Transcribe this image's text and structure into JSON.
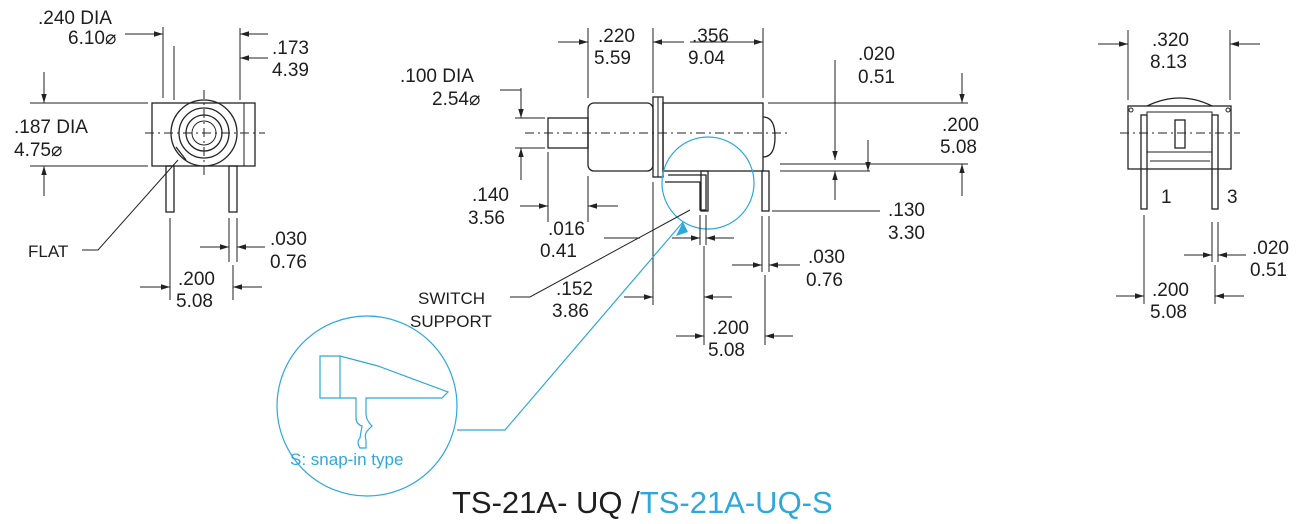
{
  "title": {
    "part_main": "TS-21A- UQ /",
    "part_snap": "TS-21A-UQ-S",
    "snap_color": "#2ea8dc"
  },
  "front_view": {
    "dia_outer_in": ".240 DIA",
    "dia_outer_mm": "6.10⌀",
    "right_in": ".173",
    "right_mm": "4.39",
    "dia_inner_in": ".187 DIA",
    "dia_inner_mm": "4.75⌀",
    "flat_label": "FLAT",
    "pin_w_in": ".030",
    "pin_w_mm": "0.76",
    "pin_pitch_in": ".200",
    "pin_pitch_mm": "5.08"
  },
  "side_view": {
    "bush_len_in": ".220",
    "bush_len_mm": "5.59",
    "body_len_in": ".356",
    "body_len_mm": "9.04",
    "gap_in": ".020",
    "gap_mm": "0.51",
    "lever_dia_in": ".100 DIA",
    "lever_dia_mm": "2.54⌀",
    "height_in": ".200",
    "height_mm": "5.08",
    "lever_len_in": ".140",
    "lever_len_mm": "3.56",
    "pin_len_in": ".130",
    "pin_len_mm": "3.30",
    "support_t_in": ".016",
    "support_t_mm": "0.41",
    "pin_w_in": ".030",
    "pin_w_mm": "0.76",
    "support_label_1": "SWITCH",
    "support_label_2": "SUPPORT",
    "support_pos_in": ".152",
    "support_pos_mm": "3.86",
    "pin_pitch_in": ".200",
    "pin_pitch_mm": "5.08"
  },
  "snap_detail": {
    "label": "S: snap-in type"
  },
  "end_view": {
    "width_in": ".320",
    "width_mm": "8.13",
    "pin1": "1",
    "pin3": "3",
    "pin_t_in": ".020",
    "pin_t_mm": "0.51",
    "pin_pitch_in": ".200",
    "pin_pitch_mm": "5.08"
  }
}
